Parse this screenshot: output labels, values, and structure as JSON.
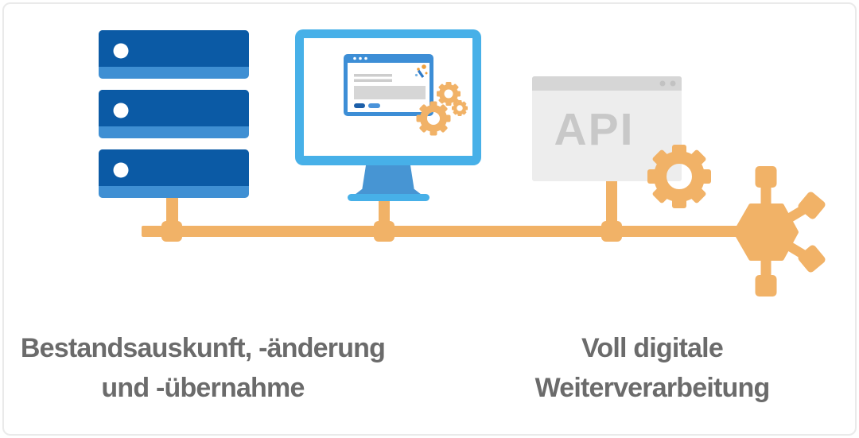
{
  "diagram_title": "",
  "api_window": {
    "label": "API"
  },
  "captions": {
    "left_line1": "Bestandsauskunft, -änderung",
    "left_line2": "und -übernahme",
    "right_line1": "Voll digitale",
    "right_line2": "Weiterverarbeitung"
  },
  "icons": [
    "server-stack-icon",
    "monitor-icon",
    "browser-window-icon",
    "sparkle-cursor-icon",
    "gear-icon",
    "api-window-icon",
    "network-hub-icon",
    "connection-line"
  ],
  "colors": {
    "orange": "#f1b267",
    "server_dark": "#0b5aa5",
    "server_light": "#3f8fd3",
    "monitor_blue": "#47b0e8",
    "stand_blue": "#4795d3",
    "browser_blue": "#3d8ed6",
    "browser_gray_line": "#cdcdcd",
    "browser_gray_block": "#d6d6d6",
    "pill_dark": "#1c5fa9",
    "pill_light": "#4a93da",
    "api_bg": "#ededed",
    "api_titlebar": "#d6d6d6",
    "api_dot": "#c2c2c2",
    "api_text": "#c8c8c8",
    "caption_text": "#6b6b6b",
    "border_gray": "#eaeaea"
  }
}
